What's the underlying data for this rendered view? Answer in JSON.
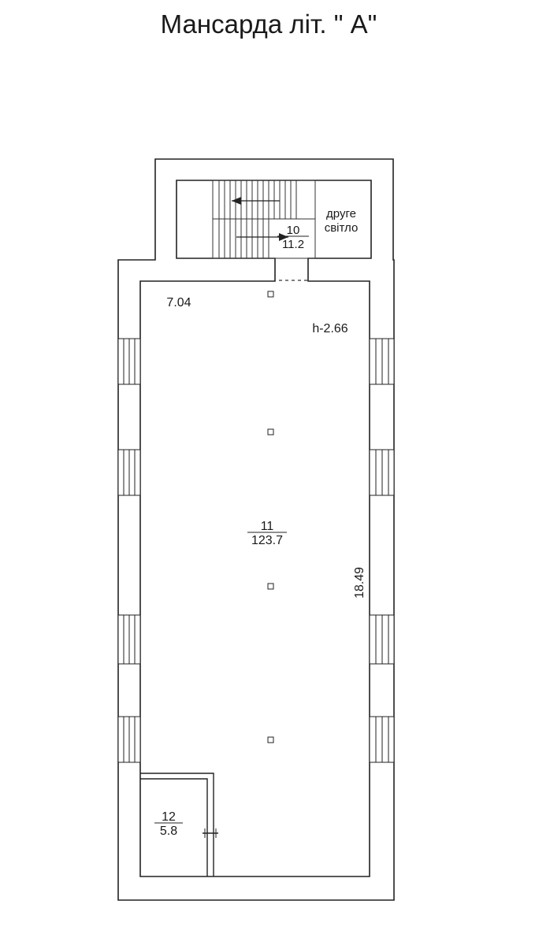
{
  "title": "Мансарда літ.  \" А\"",
  "stair_room": {
    "number": "10",
    "area": "11.2"
  },
  "light_well": {
    "line1": "друге",
    "line2": "світло"
  },
  "main_room": {
    "number": "11",
    "area": "123.7",
    "width": "7.04",
    "length": "18.49",
    "height": "h-2.66"
  },
  "small_room": {
    "number": "12",
    "area": "5.8"
  }
}
